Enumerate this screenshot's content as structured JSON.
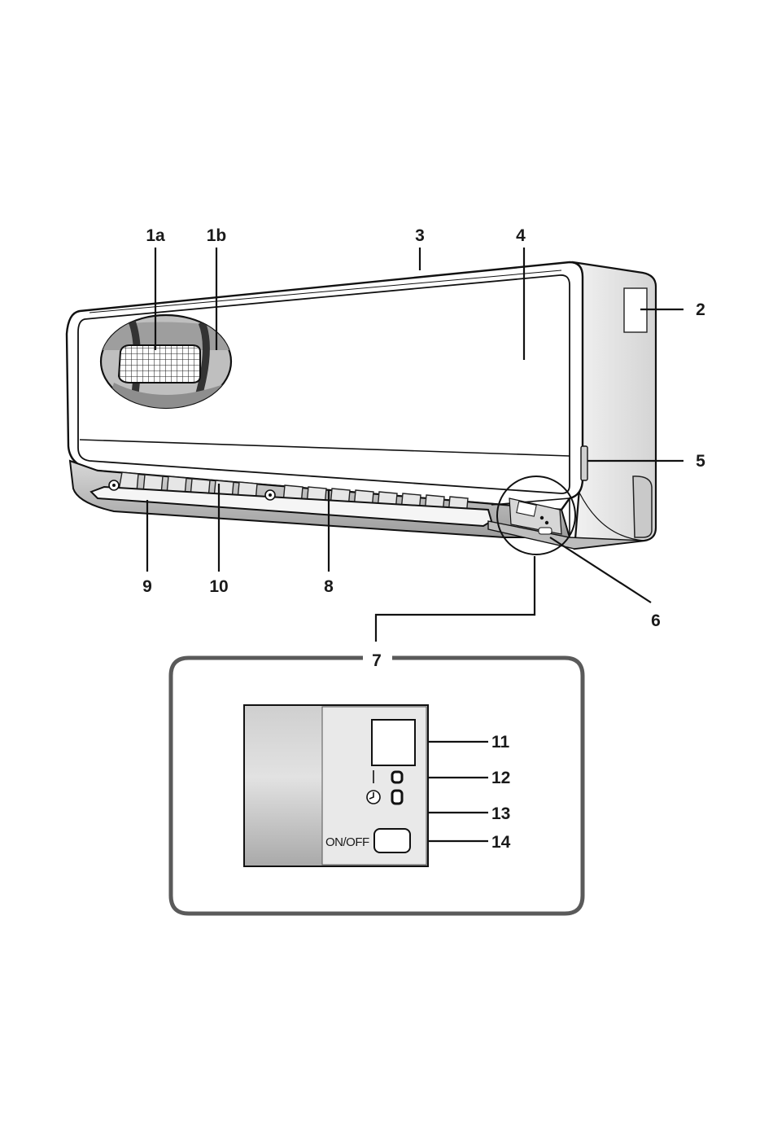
{
  "labels": {
    "l1a": "1a",
    "l1b": "1b",
    "l2": "2",
    "l3": "3",
    "l4": "4",
    "l5": "5",
    "l6": "6",
    "l7": "7",
    "l8": "8",
    "l9": "9",
    "l10": "10",
    "l11": "11",
    "l12": "12",
    "l13": "13",
    "l14": "14"
  },
  "panel": {
    "onoff_label": "ON/OFF"
  },
  "icons": {
    "timer": "clock-icon"
  }
}
